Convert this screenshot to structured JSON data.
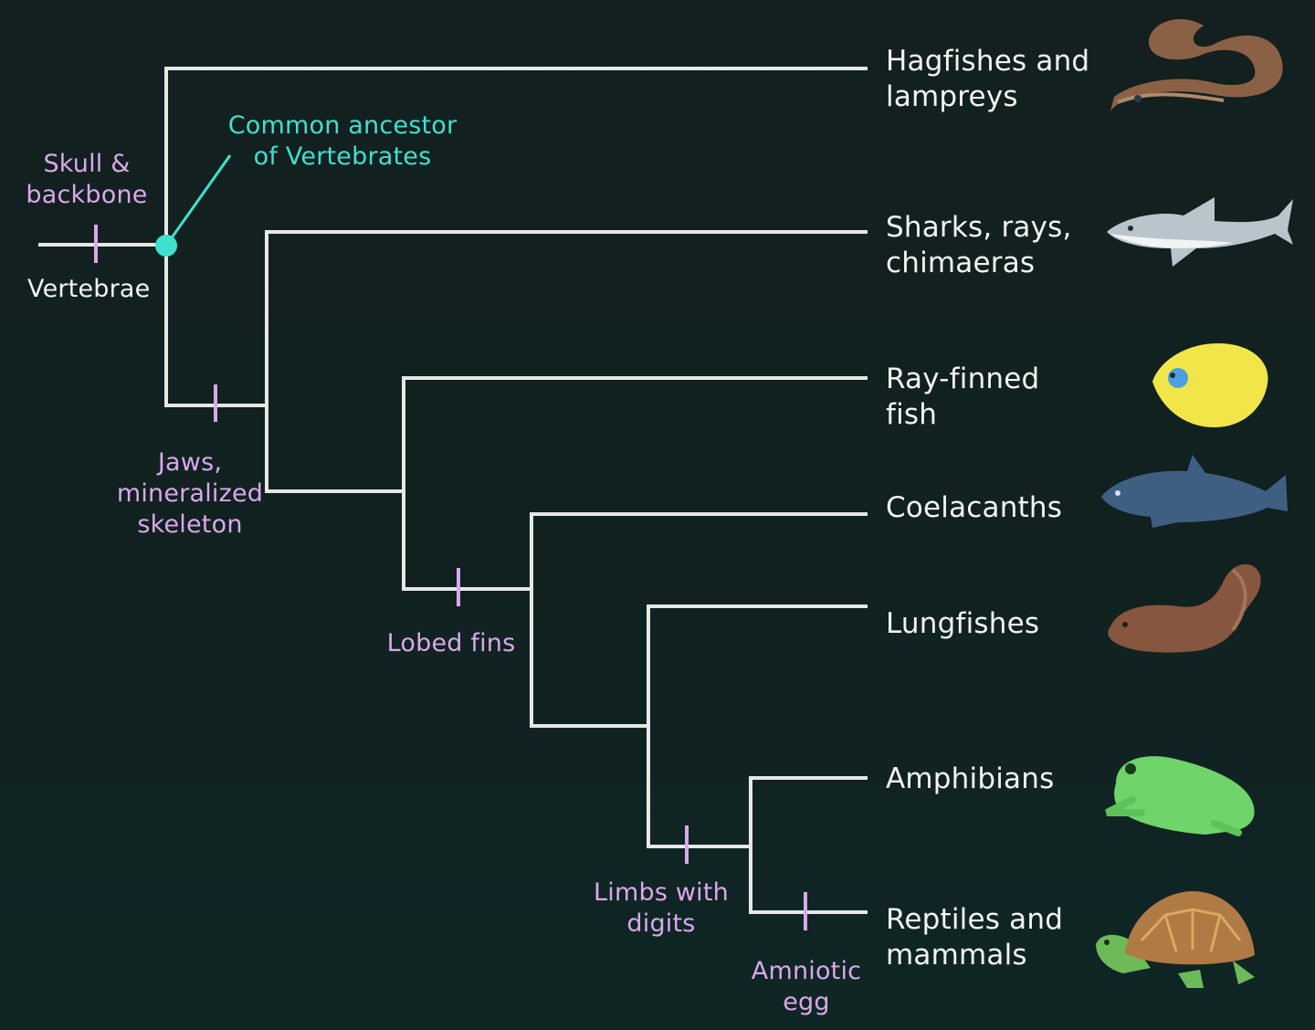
{
  "colors": {
    "background": "#12201f",
    "branch": "#e6e8e6",
    "trait": "#d9a8ea",
    "ancestor": "#3fe0cf",
    "text": "#f2f4f3"
  },
  "ancestor_label": "Common ancestor\nof Vertebrates",
  "root_label": "Vertebrae",
  "traits": {
    "skull": "Skull &\nbackbone",
    "jaws": "Jaws,\nmineralized\nskeleton",
    "lobed": "Lobed fins",
    "limbs": "Limbs with\ndigits",
    "amniotic": "Amniotic\negg"
  },
  "taxa": [
    {
      "name": "Hagfishes and\nlampreys",
      "icon": "hagfish-icon"
    },
    {
      "name": "Sharks, rays,\nchimaeras",
      "icon": "shark-icon"
    },
    {
      "name": "Ray-finned\nfish",
      "icon": "ray-finned-fish-icon"
    },
    {
      "name": "Coelacanths",
      "icon": "coelacanth-icon"
    },
    {
      "name": "Lungfishes",
      "icon": "lungfish-icon"
    },
    {
      "name": "Amphibians",
      "icon": "frog-icon"
    },
    {
      "name": "Reptiles and\nmammals",
      "icon": "turtle-icon"
    }
  ]
}
